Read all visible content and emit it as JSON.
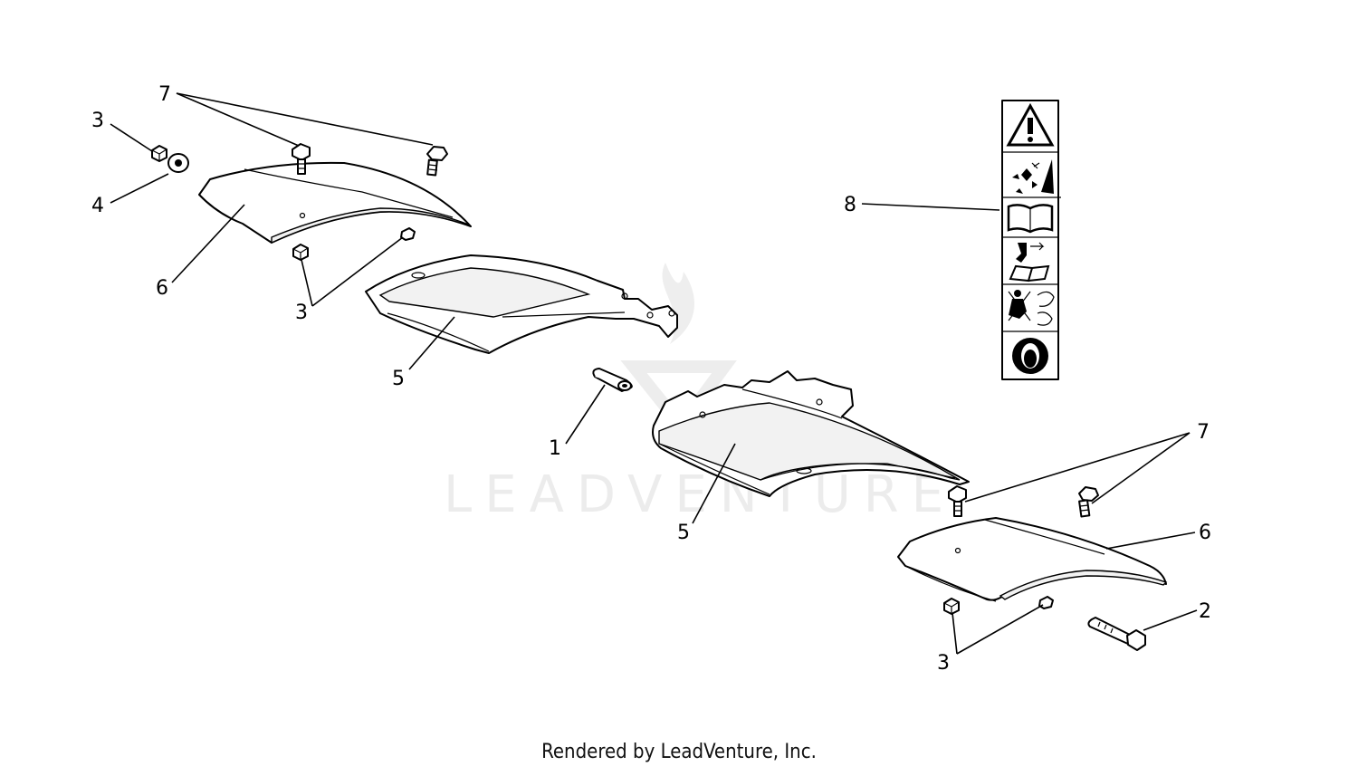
{
  "watermark": {
    "text": "LEADVENTURE"
  },
  "footer": {
    "text": "Rendered by LeadVenture, Inc."
  },
  "callouts": {
    "c1": "1",
    "c2": "2",
    "c3a": "3",
    "c3b": "3",
    "c3c": "3",
    "c4": "4",
    "c5a": "5",
    "c5b": "5",
    "c6a": "6",
    "c6b": "6",
    "c7a": "7",
    "c7b": "7",
    "c8": "8"
  },
  "label_icons": [
    "warning-triangle-icon",
    "blade-hazard-icon",
    "manual-book-icon",
    "operator-reading-manual-icon",
    "no-passengers-icon",
    "hearing-protection-icon"
  ]
}
